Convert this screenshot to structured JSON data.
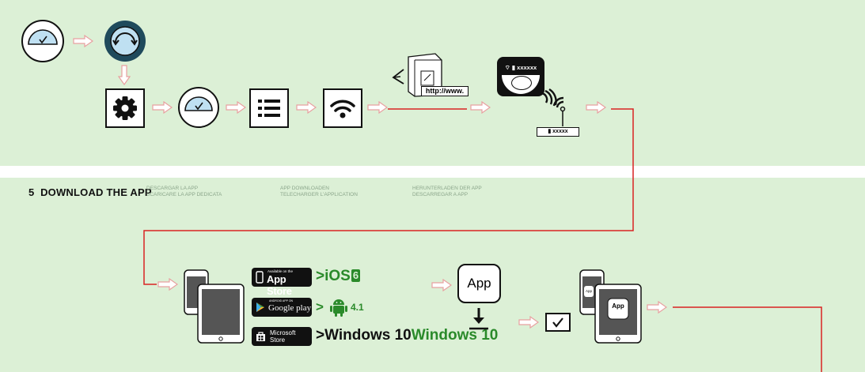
{
  "step5": {
    "number": "5",
    "title": "DOWNLOAD THE APP",
    "translations": [
      [
        "DESCARGAR LA APP",
        "SCARICARE LA APP DEDICATA"
      ],
      [
        "APP DOWNLOADEN",
        "TELECHARGER L'APPLICATION"
      ],
      [
        "HERUNTERLADEN DER APP",
        "DESCARREGAR A APP"
      ]
    ]
  },
  "top": {
    "url_label": "http://www.",
    "device_password": "xxxxxx",
    "router_password": "xxxxx"
  },
  "stores": {
    "appstore": {
      "small": "Available on the",
      "big": "App Store",
      "req": ">iOS",
      "ver": "6"
    },
    "googleplay": {
      "small": "ANDROID APP ON",
      "big": "Google play",
      "req": ">",
      "ver": "4.1"
    },
    "microsoft": {
      "line1": "Microsoft",
      "line2": "Store",
      "req": ">Windows 10",
      "req2": "Windows 10"
    }
  },
  "app_label": "App",
  "colors": {
    "panel": "#dcf0d6",
    "line": "#d92222",
    "arrow": "#e8a0a0",
    "ios_green": "#2a8a2a",
    "android_green": "#8bc34a"
  }
}
